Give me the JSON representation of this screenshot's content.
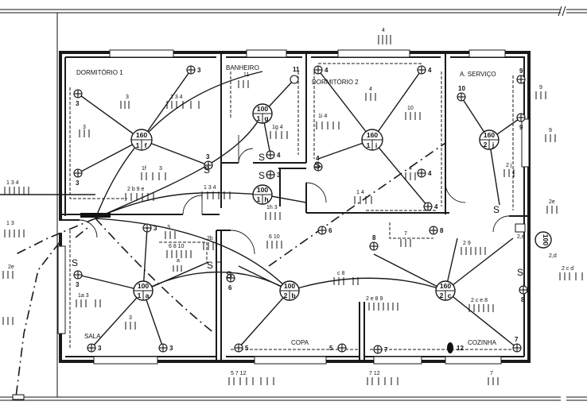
{
  "rooms": {
    "dormitorio1": "DORMITÓRIO 1",
    "banheiro": "BANHEIRO",
    "dormitorio2": "DORMITÓRIO 2",
    "servico": "A. SERVIÇO",
    "sala": "SALA",
    "copa": "COPA",
    "cozinha": "COZINHA"
  },
  "lamps": [
    {
      "id": "d1",
      "power": "160",
      "circuit": "1",
      "switch": "f"
    },
    {
      "id": "ban",
      "power": "100",
      "circuit": "1",
      "switch": "g"
    },
    {
      "id": "d2",
      "power": "160",
      "circuit": "1",
      "switch": "i"
    },
    {
      "id": "serv",
      "power": "160",
      "circuit": "2",
      "switch": "j"
    },
    {
      "id": "hall",
      "power": "100",
      "circuit": "1",
      "switch": "h"
    },
    {
      "id": "sala",
      "power": "100",
      "circuit": "1",
      "switch": "a"
    },
    {
      "id": "copa",
      "power": "100",
      "circuit": "2",
      "switch": "b"
    },
    {
      "id": "coz",
      "power": "160",
      "circuit": "2",
      "switch": "c"
    },
    {
      "id": "ext",
      "power": "100",
      "circuit": "2",
      "switch": "d"
    }
  ],
  "outlets": {
    "d1a": "3",
    "d1b": "3",
    "d1c": "3",
    "d1d": "3",
    "d1e": "3",
    "banh": "11",
    "ban4": "4",
    "ban3": "3",
    "d2a": "4",
    "d2b": "4",
    "d2c": "4",
    "d2d": "4",
    "d2e": "4",
    "sv1": "10",
    "sv2": "9",
    "sv3": "9",
    "hall6": "6",
    "hall8a": "8",
    "hall8b": "8",
    "sala1": "3",
    "sala2": "3",
    "sala3": "3",
    "sala4": "3",
    "sala6": "6",
    "copa1": "5",
    "copa2": "5",
    "coz1": "7",
    "coz12": "12",
    "coz2": "7",
    "coz8": "8"
  },
  "circuit_labels": {
    "top4": "4",
    "d1_3": "3",
    "d1_134": "1   3   4",
    "d1_3b": "3",
    "d1_1f": "1f",
    "d1_3c": "3",
    "d1_2b9e": "2   b   9   e",
    "ban_11": "11",
    "ban_1g4": "1g  4",
    "d2_4": "4",
    "d2_10": "10",
    "d2_1i4": "1i   4",
    "d2_4b": "4",
    "d2_14": "1   4",
    "d2_4c": "4",
    "sv_9": "9",
    "sv_9b": "9",
    "sv_2j": "2 j",
    "sv_2e": "2e",
    "hall_134": "1   3   4",
    "hall_1h3": "1h  3",
    "hall_7": "7",
    "hall_610": "6  10",
    "hall_2b": "2b",
    "hall_6810": "6   8   10",
    "left_134": "1   3   4",
    "left_13": "1   3",
    "left_2e": "2e",
    "sala_3": "3",
    "sala_a": "a",
    "sala_1a3": "1a      3",
    "sala_3b": "3",
    "copa_c8": "c      8",
    "copa_2e89": "2 e 8   9",
    "copa_5712": "5    7    12",
    "coz_29": "2   9",
    "coz_2ce8": "2 c e 8",
    "coz_712": "7    12",
    "coz_7": "7",
    "ext_2d": "2,d",
    "ext_2e": "2,e",
    "ext_2cd": "2 c   d"
  }
}
